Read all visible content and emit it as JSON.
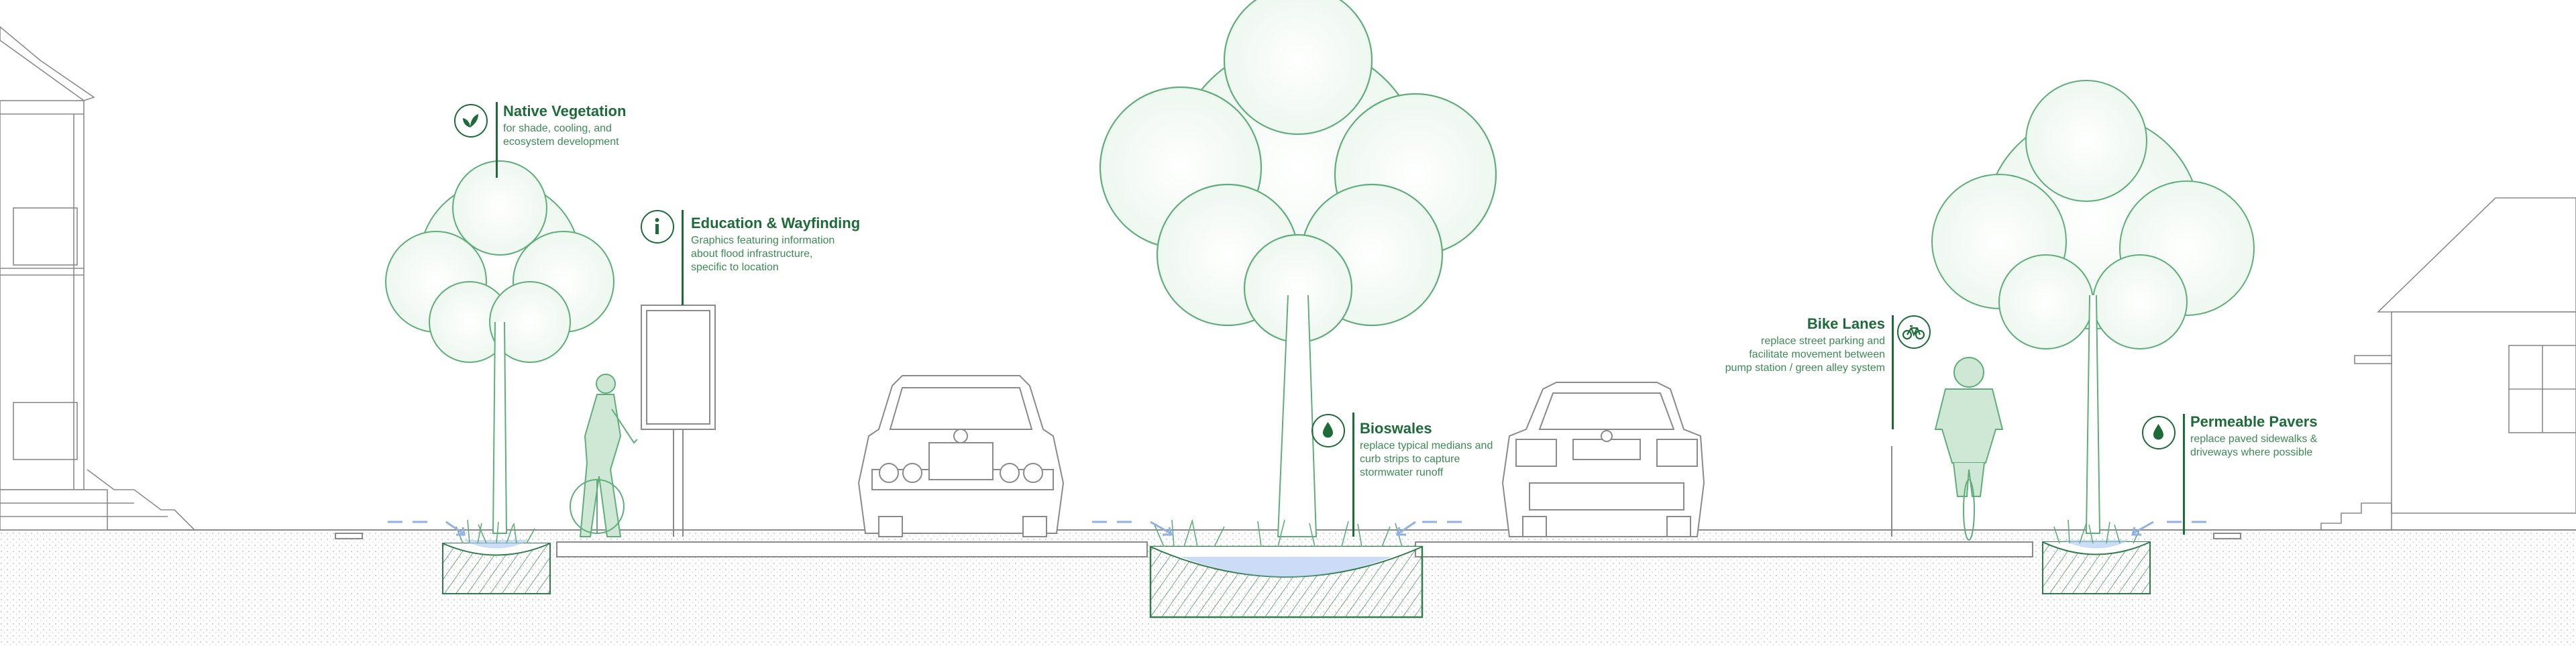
{
  "colors": {
    "accent": "#1d6b39",
    "accent_light": "#3c8a55",
    "vegetation": "#5fae7a",
    "vegetation_fill": "#cfe8d6",
    "linework": "#9a9a9a",
    "water": "#8fb1e6"
  },
  "callouts": [
    {
      "id": "native-vegetation",
      "icon": "leaf-icon",
      "title": "Native Vegetation",
      "description": "for shade, cooling, and\necosystem development"
    },
    {
      "id": "education-wayfinding",
      "icon": "info-icon",
      "title": "Education & Wayfinding",
      "description": "Graphics featuring information\nabout flood infrastructure,\nspecific to location"
    },
    {
      "id": "bioswales",
      "icon": "water-drop-icon",
      "title": "Bioswales",
      "description": "replace typical medians and\ncurb strips to capture\nstormwater runoff"
    },
    {
      "id": "bike-lanes",
      "icon": "bicycle-icon",
      "title": "Bike Lanes",
      "description": "replace street parking and\nfacilitate movement between\npump station / green alley system"
    },
    {
      "id": "permeable-pavers",
      "icon": "water-drop-icon",
      "title": "Permeable Pavers",
      "description": "replace paved sidewalks &\ndriveways where possible"
    }
  ]
}
